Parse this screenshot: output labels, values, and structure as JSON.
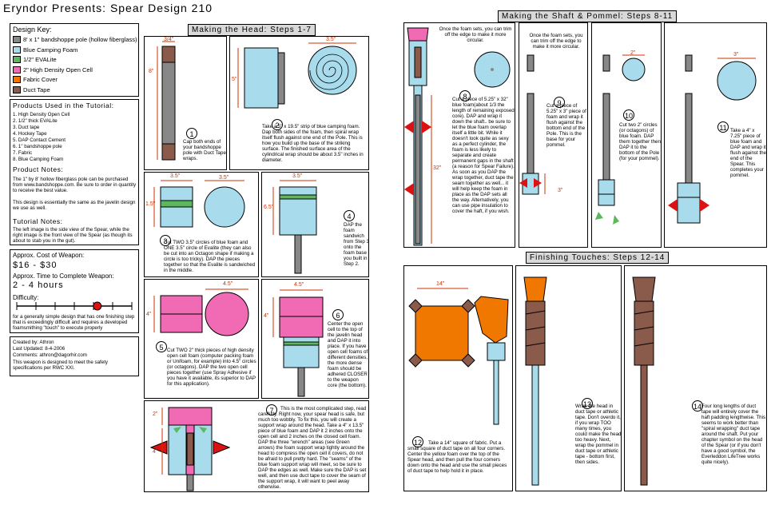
{
  "title": "Eryndor Presents:  Spear Design 210",
  "design_key": {
    "heading": "Design Key:",
    "items": [
      {
        "label": "8' x 1\" bandshoppe pole (hollow fiberglass)",
        "color": "#888888"
      },
      {
        "label": "Blue Camping Foam",
        "color": "#a8dcec"
      },
      {
        "label": "1/2\" EVALite",
        "color": "#5cb85c"
      },
      {
        "label": "2\" High Density Open Cell",
        "color": "#f06ab4"
      },
      {
        "label": "Fabric Cover",
        "color": "#f07800"
      },
      {
        "label": "Duct Tape",
        "color": "#8a5a4a"
      }
    ]
  },
  "products": {
    "heading": "Products Used in the Tutorial:",
    "items": [
      "1. High Density Open Cell",
      "2. 1/2\" thick EVALite",
      "3. Duct tape",
      "4. Hockey Tape",
      "5. DAP Contact Cement",
      "6. 1\" bandshoppe pole",
      "7. Fabric",
      "8. Blue Camping Foam"
    ],
    "notes_heading": "Product Notes:",
    "notes": "The 1\" by 8' hollow fiberglass pole can be purchased from www.bandshoppe.com.  Be sure to order in quantity to receive the best value.",
    "notes2": "This design is essentially the same as the javelin design we use as well.",
    "tutorial_heading": "Tutorial Notes:",
    "tutorial": "The left image is the side view of the Spear, while the right image is the front view of the Spear (as though its about to stab you in the gut)."
  },
  "cost": {
    "label": "Approx. Cost of Weapon:",
    "value": "$16 - $30",
    "time_label": "Approx. Time to Complete Weapon:",
    "time_value": "2 - 4 hours",
    "difficulty_label": "Difficulty:",
    "difficulty_level": 0.7,
    "difficulty_note": "for a generally simple design that has one finishing step that is exceedingly difficult and requires a developed foamsmithing \"touch\" to execute properly"
  },
  "credits": {
    "created": "Created by:  Athron",
    "updated": "Last Updated: 8-4-2006",
    "comments": "Comments: athron@dagorhir.com",
    "weapon": "This weapon is designed to meet the safety specifications per RWC XXI."
  },
  "sections": {
    "head": "Making the Head: Steps 1-7",
    "shaft": "Making the Shaft & Pommel: Steps 8-11",
    "finish": "Finishing Touches: Steps 12-14"
  },
  "steps": {
    "s1": {
      "n": "1",
      "text": "Cap both ends of your bandshoppe pole with Duct Tape wraps.",
      "dim_w": "3/4\"",
      "dim_h": "8\""
    },
    "s2": {
      "n": "2",
      "text": "Take a 5\" x 19.5\" strip of blue camping foam.  Dap both sides of the foam, then spiral wrap itself flush against one end of the Pole.  This is how you build up the base of the striking surface.  The finished surface area of the cylindrical wrap should be about 3.5\" inches in diameter.",
      "dim_w": "3.5\"",
      "dim_h": "5\""
    },
    "s3": {
      "n": "3",
      "text": "Cut TWO 3.5\" circles of blue foam and ONE 3.5\" circle of Evalite (they can also be cut into an Octagon shape if making a circle is too tricky).  DAP the pieces together so that the Evalite is sandwiched in the middle.",
      "dim_a": "3.5\"",
      "dim_b": "3.5\"",
      "dim_h": "1.5\""
    },
    "s4": {
      "n": "4",
      "text": "DAP the foam sandwich from Step 3 onto the foam base you built in Step 2.",
      "dim_w": "3.5\"",
      "dim_h": "6.5\""
    },
    "s5": {
      "n": "5",
      "text": "Cut TWO 2\" thick pieces of high density open cell foam (computer packing foam or Unifoam, for example) into 4.5\" circles (or octagons).  DAP the two open cell pieces together (use Spray Adhesive if you have it available, its superior to DAP for this application).",
      "dim_a": "4.5\"",
      "dim_h": "4\""
    },
    "s6": {
      "n": "6",
      "text": "Center the open cell to the top of the javelin head and DAP it into place.  If you have open cell foams of different densities, the more dense foam should be adhered CLOSER to the weapon core (the bottom).",
      "dim_w": "4.5\"",
      "dim_h": "4\""
    },
    "s7": {
      "n": "7",
      "text": "This is the most complicated step, read carefully.  Right now, your spear head is safe, but much too wobbly.  To fix this, you will create a support wrap around the head.  Take a 4\" x 13.5\" piece of blue foam and DAP it 2 inches onto the open cell and 2 inches on the closed cell foam.  DAP the three \"wrench\" areas (see Green arrows) the foam support wrap tightly around the head to compress the open cell it covers, do not be afraid to pull pretty hard.  The \"seams\" of the blue foam support wrap will meet, so be sure to DAP the edges as well.  Make sure the DAP is set well, and then use duct tape to cover the seam of the support wrap, it will want to peel away otherwise.",
      "dim_a": "2\"",
      "dim_b": "4\""
    },
    "s8": {
      "n": "8",
      "top": "Once the foam sets, you can trim off the edge to make it more circular.",
      "text": "Cut a piece of 5.25\" x 32\" blue foam(about 1/3 the length of remaining exposed core).  DAP and wrap it down the shaft.. be sure to let the blue foam overlap itself a little bit.  While it doesn't look quite as sexy as a perfect cylinder, the foam is less likely to separate and create permanent gaps in the shaft (a reason for Spear Failure).  As soon as you DAP the wrap together, duct tape the seam together as well... it will help keep the foam in place as the DAP sets all the way.  Alternatively, you can use pipe insulation to cover the haft, if you wish.",
      "dim": "32\""
    },
    "s9": {
      "n": "9",
      "top": "Once the foam sets, you can trim off the edge to make it more circular.",
      "text": "Cut a piece of 5.25\" x 3\" piece of foam and wrap it flush against the bottom end of the Pole.  This is the base for your pommel.",
      "dim": "3\""
    },
    "s10": {
      "n": "10",
      "text": "Cut two 2\" circles (or octagons) of blue foam.  DAP them together then DAP it to the bottom of the Pole (for your pommel).",
      "dim": "2\""
    },
    "s11": {
      "n": "11",
      "text": "Take a 4\" x 7.25\" piece of blue foam and DAP and wrap it flush against the end of the Spear.  This completes your pommel.",
      "dim": "3\""
    },
    "s12": {
      "n": "12",
      "text": "Take a 14\" square of fabric.  Put a small square of duct tape on all four corners.  Center the yellow foam over the top of the Spear head, and then pull the four corners down onto the head and use the small pieces of duct tape to help hold it in place.",
      "dim": "14\""
    },
    "s13": {
      "n": "13",
      "text": "Wrap the head in duct tape or athletic tape.  Don't overdo it, if you wrap TOO many times, you could make the head too heavy.  Next, wrap the pommel in duct tape or athletic tape - bottom first, then sides."
    },
    "s14": {
      "n": "14",
      "text": "Four long lengths of duct tape will entirely cover the haft padding lengthwise.  This seems to work better than \"spiral wrapping\" duct tape around the shaft.  Put your chapter symbol on the head of the Spear (or if you don't have a good symbol, the Everleddon LifeTree works quite nicely)."
    }
  }
}
